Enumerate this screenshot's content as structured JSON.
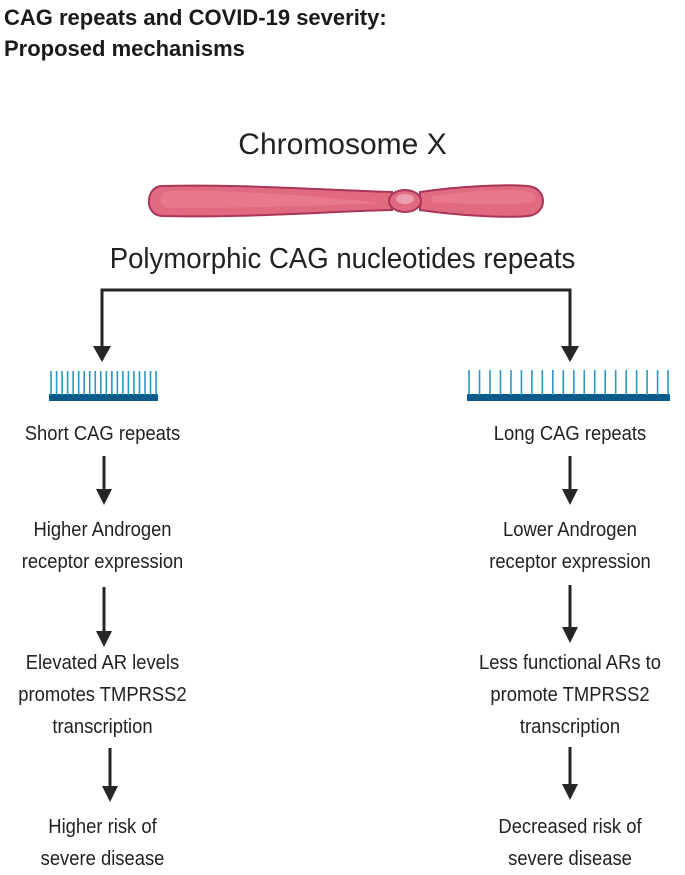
{
  "title": {
    "line1": "CAG repeats and COVID-19 severity:",
    "line2": "Proposed mechanisms"
  },
  "chromosome": {
    "label": "Chromosome X",
    "icon": "chromosome-icon",
    "colors": {
      "body": "#e06a80",
      "outline": "#a8355a",
      "centromere": "#eaa0b0"
    }
  },
  "polymorphism_label": "Polymorphic CAG nucleotides repeats",
  "colors": {
    "arrow": "#262626",
    "dna_backbone": "#0a5a8a",
    "dna_ticks": "#2a97c0"
  },
  "left_branch": {
    "repeat_icon": "short-repeat-icon",
    "steps": [
      {
        "lines": [
          "Short CAG repeats"
        ]
      },
      {
        "lines": [
          "Higher Androgen",
          "receptor expression"
        ]
      },
      {
        "lines": [
          "Elevated AR  levels",
          "promotes TMPRSS2",
          "transcription"
        ]
      },
      {
        "lines": [
          "Higher risk of",
          "severe disease"
        ]
      }
    ]
  },
  "right_branch": {
    "repeat_icon": "long-repeat-icon",
    "steps": [
      {
        "lines": [
          "Long CAG repeats"
        ]
      },
      {
        "lines": [
          "Lower Androgen",
          "receptor expression"
        ]
      },
      {
        "lines": [
          "Less functional ARs to",
          "promote TMPRSS2",
          "transcription"
        ]
      },
      {
        "lines": [
          "Decreased risk of",
          "severe disease"
        ]
      }
    ]
  }
}
